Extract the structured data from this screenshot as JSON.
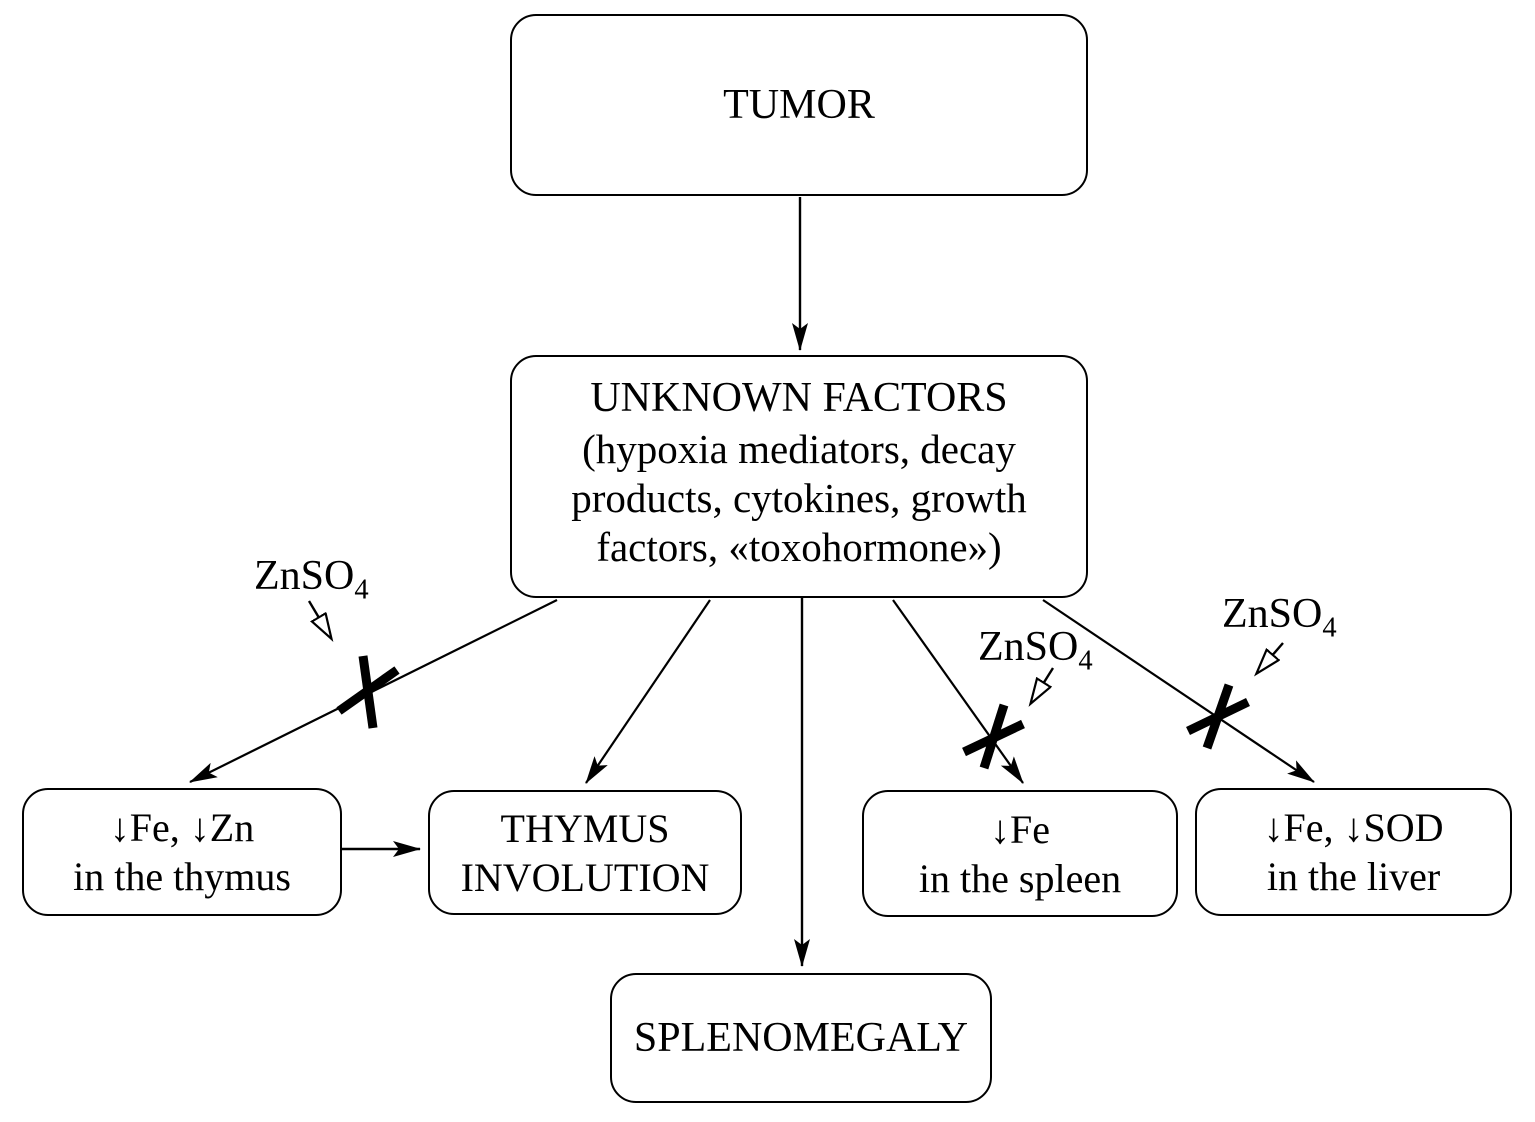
{
  "diagram": {
    "background": "#ffffff",
    "line_color": "#000000",
    "nodes": {
      "tumor": {
        "label": "TUMOR"
      },
      "unknown_factors": {
        "title": "UNKNOWN FACTORS",
        "subtitle_lines": [
          "(hypoxia mediators, decay",
          "products, cytokines, growth",
          "factors, «toxohormone»)"
        ]
      },
      "thymus_levels": {
        "line1": "↓Fe, ↓Zn",
        "line2": "in the thymus"
      },
      "thymus_involution": {
        "line1": "THYMUS",
        "line2": "INVOLUTION"
      },
      "spleen_levels": {
        "line1": "↓Fe",
        "line2": "in the spleen"
      },
      "liver_levels": {
        "line1": "↓Fe, ↓SOD",
        "line2": "in the liver"
      },
      "splenomegaly": {
        "label": "SPLENOMEGALY"
      }
    },
    "inhibitors": {
      "thymus": {
        "text": "ZnSO",
        "sub": "4"
      },
      "spleen": {
        "text": "ZnSO",
        "sub": "4"
      },
      "liver": {
        "text": "ZnSO",
        "sub": "4"
      }
    }
  }
}
